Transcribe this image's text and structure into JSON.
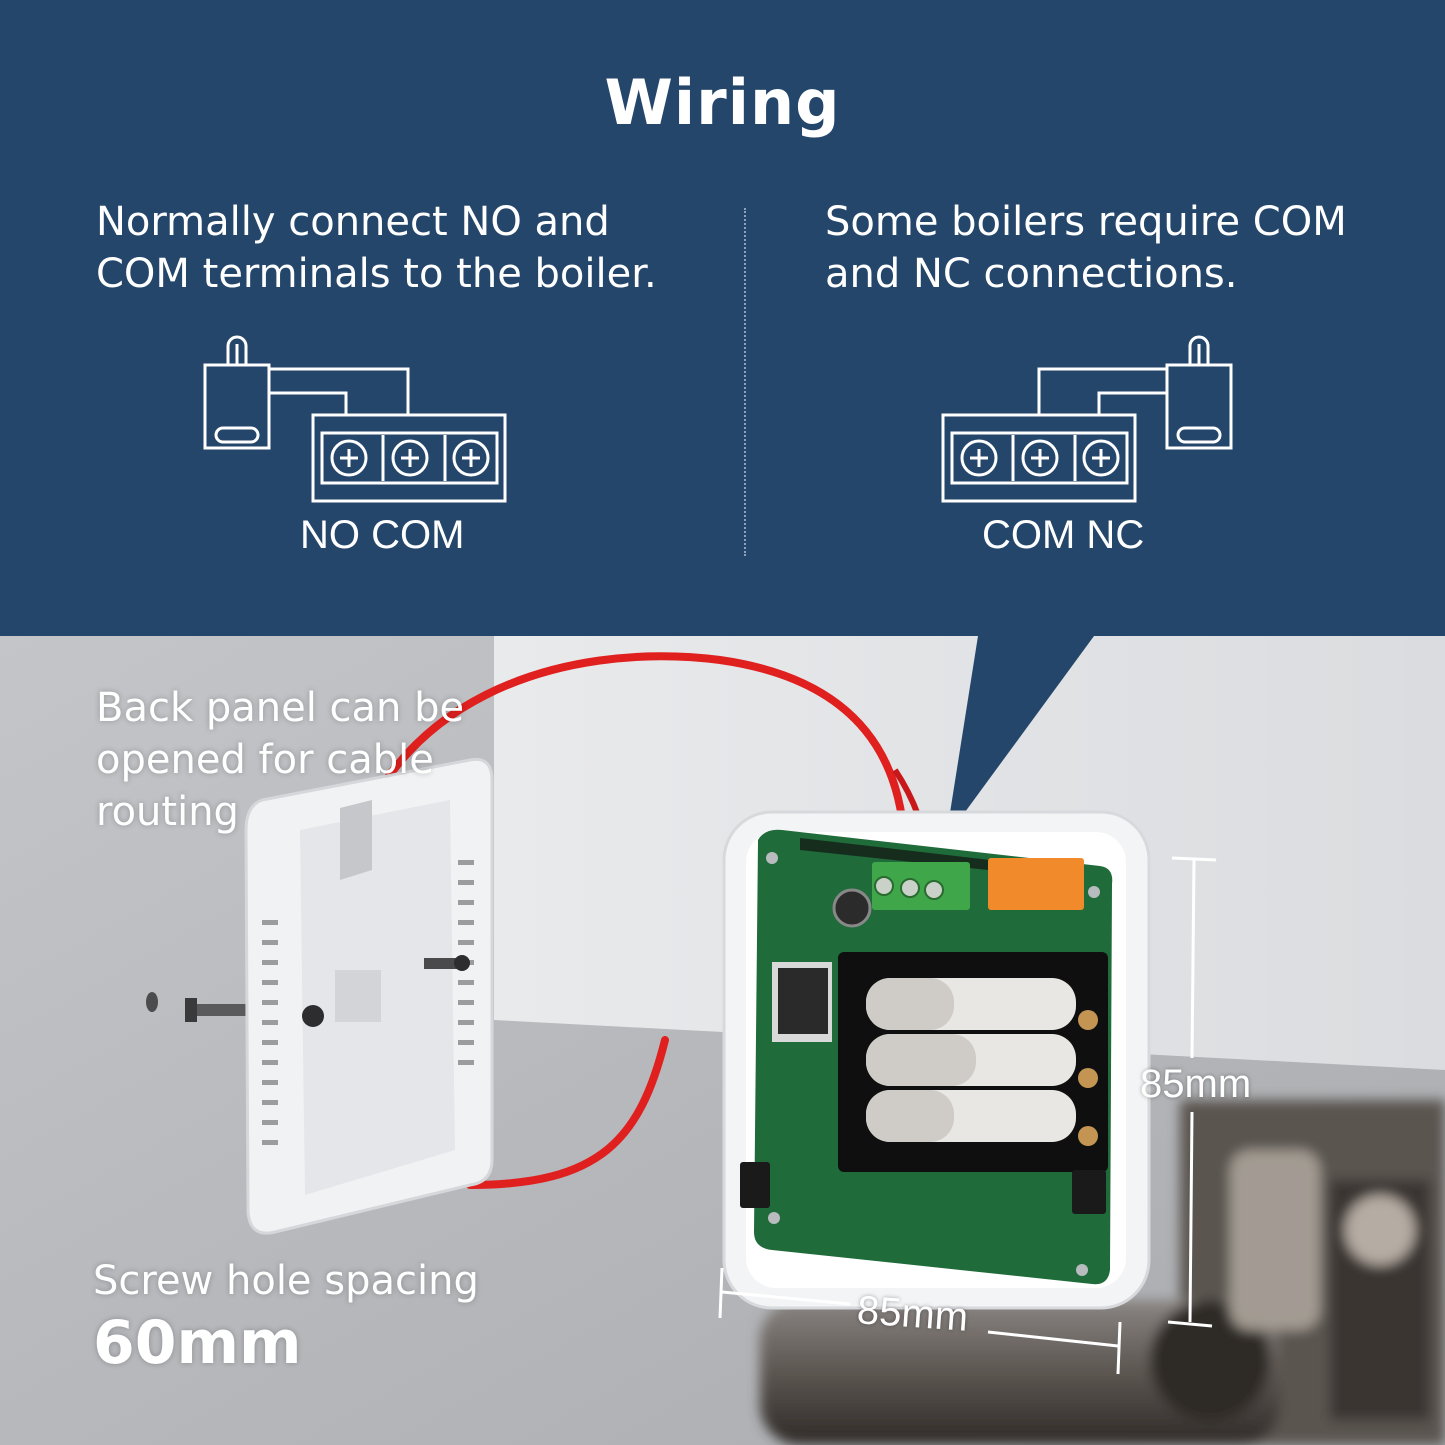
{
  "header": {
    "title": "Wiring"
  },
  "left_panel": {
    "lines": [
      "Normally connect NO and",
      "COM terminals to the boiler."
    ],
    "terminal_label": "NO COM"
  },
  "right_panel": {
    "lines": [
      "Some boilers require COM",
      "and NC connections."
    ],
    "terminal_label": "COM NC"
  },
  "photo": {
    "back_panel_lines": [
      "Back panel can be",
      "opened for cable",
      "routing"
    ],
    "screw_label": "Screw hole spacing",
    "screw_value": "60mm",
    "height_label": "85mm",
    "width_label": "85mm"
  },
  "colors": {
    "header_bg": "#24466a",
    "wire": "#e0201e",
    "pcb": "#1f6b3a",
    "terminal_block": "#3fa64a",
    "relay": "#f08a2a"
  },
  "icons": [
    "boiler-switch-icon",
    "terminal-block-icon",
    "screw-terminal-icon"
  ]
}
